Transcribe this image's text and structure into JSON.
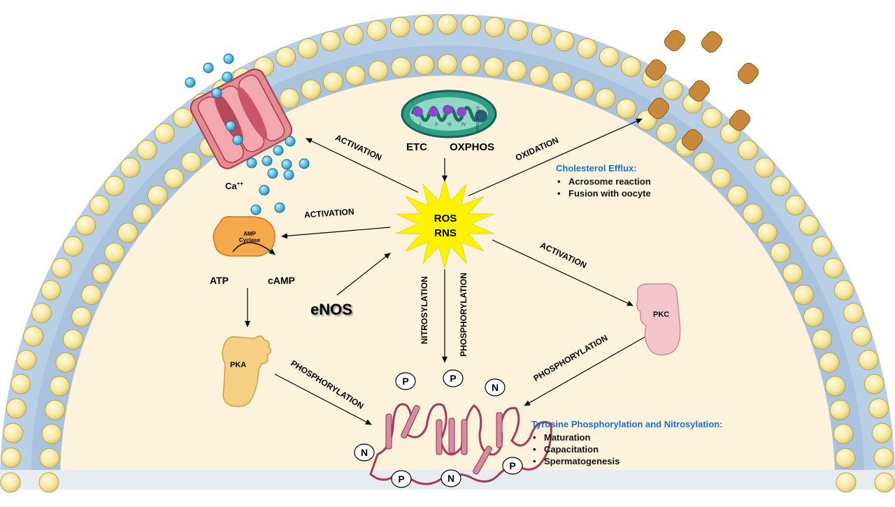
{
  "center": {
    "line1": "ROS",
    "line2": "RNS"
  },
  "mito": {
    "etc": "ETC",
    "oxphos": "OXPHOS",
    "complexes": [
      "I",
      "II",
      "III",
      "IV"
    ],
    "synthase": "ATP synthase"
  },
  "calcium": {
    "label": "Ca",
    "sup": "++"
  },
  "amp_cyclase": {
    "line1": "AMP",
    "line2": "Cyclase",
    "atp": "ATP",
    "camp": "cAMP"
  },
  "enos": "eNOS",
  "pka": "PKA",
  "pkc": "PKC",
  "arrows": {
    "activation_ca": "ACTIVATION",
    "activation_amp": "ACTIVATION",
    "activation_pkc": "ACTIVATION",
    "oxidation": "OXIDATION",
    "nitrosylation": "NITROSYLATION",
    "phosphorylation_center": "PHOSPHORYLATION",
    "phosphorylation_pka": "PHOSPHORYLATION",
    "phosphorylation_pkc": "PHOSPHORYLATION"
  },
  "cholesterol": {
    "title": "Cholesterol Efflux:",
    "items": [
      "Acrosome reaction",
      "Fusion with oocyte"
    ]
  },
  "tyrosine": {
    "title": "Tyrosine Phosphorylation and Nitrosylation:",
    "items": [
      "Maturation",
      "Capacitation",
      "Spermatogenesis"
    ]
  },
  "markers": {
    "p": "P",
    "n": "N"
  },
  "colors": {
    "lipid_head": "#f6e7a0",
    "lipid_tail": "#b8cde3",
    "cytoplasm": "#fdf3dc",
    "burst": "#fff200",
    "title_blue": "#1f6fc0"
  }
}
